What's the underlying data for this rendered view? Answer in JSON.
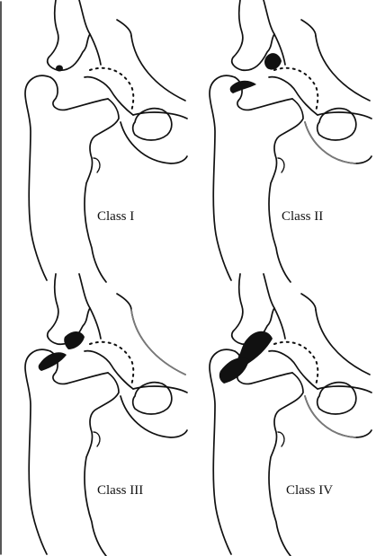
{
  "figure": {
    "colors": {
      "ink": "#111111",
      "grey_ink": "#7a7a7a",
      "paper": "#ffffff"
    },
    "panels": [
      {
        "id": "panel-1",
        "label": "Class I"
      },
      {
        "id": "panel-2",
        "label": "Class II"
      },
      {
        "id": "panel-3",
        "label": "Class III"
      },
      {
        "id": "panel-4",
        "label": "Class IV"
      }
    ]
  }
}
